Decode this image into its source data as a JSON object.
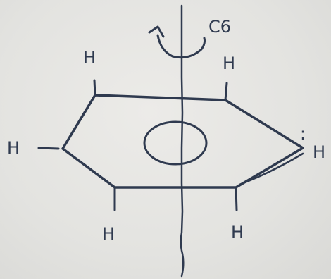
{
  "diagram": {
    "axis_label": "C6",
    "atoms": {
      "h_top_left": "H",
      "h_top_right": "H",
      "h_left": "H",
      "h_right": "H",
      "h_bottom_left": "H",
      "h_bottom_right": "H"
    },
    "lone_pair": ":"
  },
  "colors": {
    "ink": "#2f3a4f",
    "paper": "#e6e6e3"
  }
}
